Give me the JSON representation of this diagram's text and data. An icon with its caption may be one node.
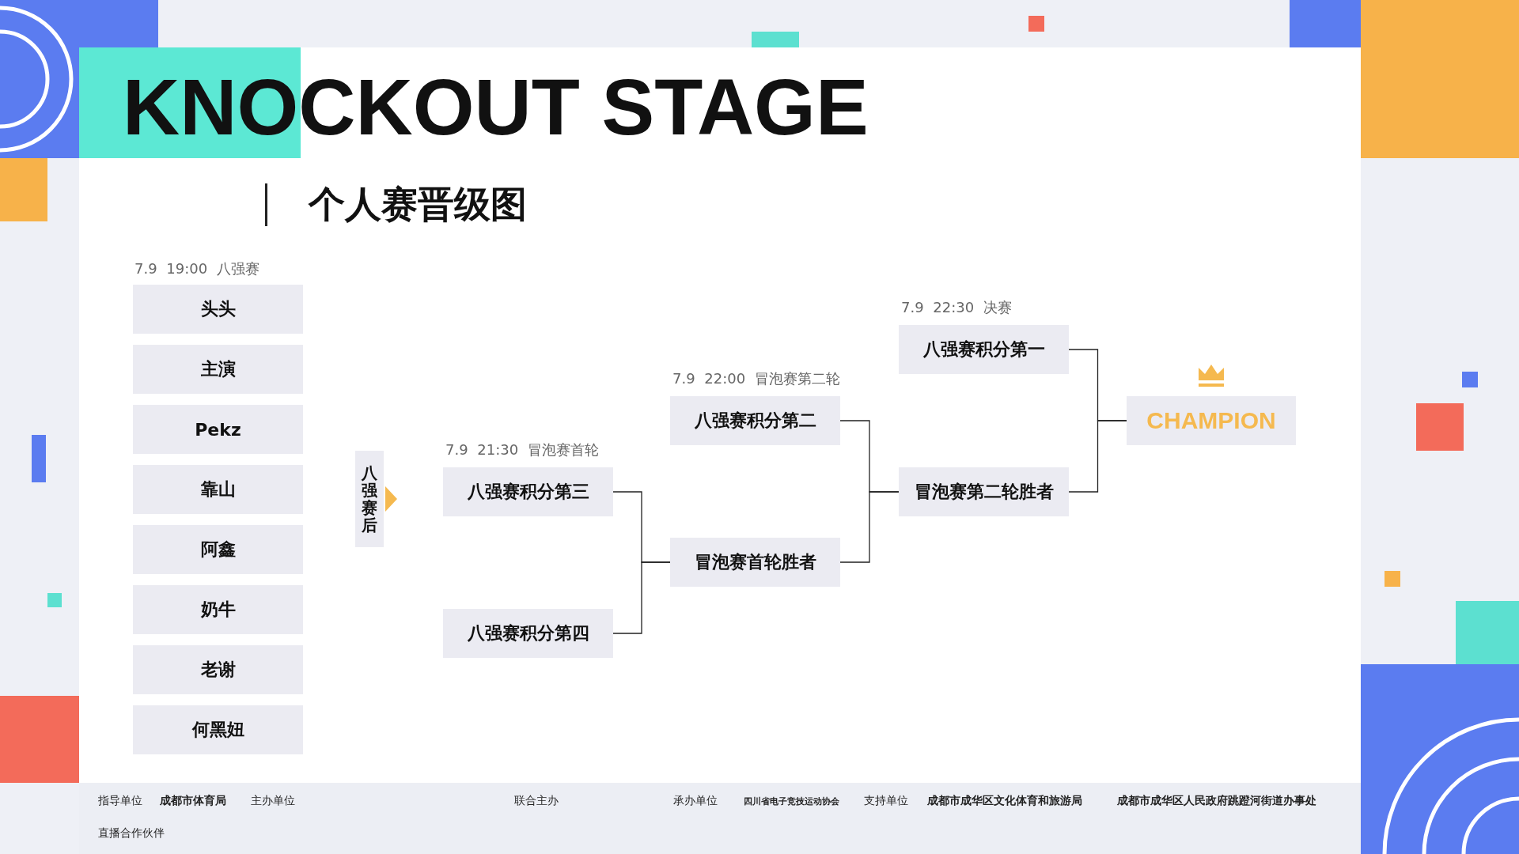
{
  "diagram": {
    "title": "KNOCKOUT STAGE",
    "nodes": [
      {
        "text": [
          "头头"
        ]
      },
      {
        "text": [
          "主演"
        ]
      },
      {
        "text": [
          "Pekz"
        ]
      },
      {
        "text": [
          "靠山"
        ]
      },
      {
        "text": [
          "阿鑫"
        ]
      },
      {
        "text": [
          "奶牛"
        ]
      },
      {
        "text": [
          "老谢"
        ]
      },
      {
        "text": [
          "何黑妞"
        ]
      },
      {
        "text": [
          "八强赛后"
        ]
      },
      {
        "text": [
          "八强赛积分第三"
        ],
        "beside": [
          "7.9 21:30 冒泡赛首轮"
        ]
      },
      {
        "text": [
          "八强赛积分第四"
        ]
      },
      {
        "text": [
          "八强赛积分第二"
        ],
        "beside": [
          "7.9 22:00 冒泡赛第二轮"
        ]
      },
      {
        "text": [
          "冒泡赛首轮胜者"
        ]
      },
      {
        "text": [
          "八强赛积分第一"
        ],
        "beside": [
          "7.9 22:30 决赛"
        ]
      },
      {
        "text": [
          "冒泡赛第二轮胜者"
        ]
      },
      {
        "text": [
          "CHAMPION"
        ]
      }
    ],
    "edges": [
      {
        "from": 9,
        "to": 12,
        "arrow": "none"
      },
      {
        "from": 10,
        "to": 12,
        "arrow": "none"
      },
      {
        "from": 11,
        "to": 14,
        "arrow": "none"
      },
      {
        "from": 12,
        "to": 14,
        "arrow": "none"
      },
      {
        "from": 13,
        "to": 15,
        "arrow": "none"
      },
      {
        "from": 14,
        "to": 15,
        "arrow": "none"
      }
    ],
    "labels": [
      "个人赛晋级图",
      "7.9 19:00 八强赛",
      "指导单位",
      "成都市体育局",
      "主办单位",
      "联合主办",
      "承办单位",
      "四川省电子竞技运动协会",
      "支持单位",
      "成都市成华区文化体育和旅游局",
      "成都市成华区人民政府跳蹬河街道办事处",
      "直播合作伙伴"
    ]
  }
}
